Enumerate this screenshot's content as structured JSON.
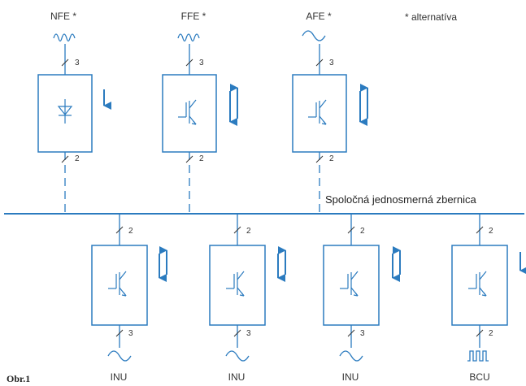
{
  "colors": {
    "line": "#2b7bbf",
    "text": "#333333"
  },
  "top_units": [
    {
      "label": "NFE *",
      "symbol": "rectifier-icon",
      "waveform": "distorted-wave-icon",
      "flow": "down",
      "upper_wires": "3",
      "lower_wires": "2"
    },
    {
      "label": "FFE *",
      "symbol": "igbt-icon",
      "waveform": "distorted-wave-icon",
      "flow": "bidirectional",
      "upper_wires": "3",
      "lower_wires": "2"
    },
    {
      "label": "AFE *",
      "symbol": "igbt-icon",
      "waveform": "sine-wave-icon",
      "flow": "bidirectional",
      "upper_wires": "3",
      "lower_wires": "2"
    }
  ],
  "note": "* alternatíva",
  "bus_label": "Spoločná jednosmerná zbernica",
  "bottom_units": [
    {
      "label": "INU",
      "symbol": "igbt-icon",
      "waveform": "sine-wave-icon",
      "flow": "bidirectional",
      "upper_wires": "2",
      "lower_wires": "3"
    },
    {
      "label": "INU",
      "symbol": "igbt-icon",
      "waveform": "sine-wave-icon",
      "flow": "bidirectional",
      "upper_wires": "2",
      "lower_wires": "3"
    },
    {
      "label": "INU",
      "symbol": "igbt-icon",
      "waveform": "sine-wave-icon",
      "flow": "bidirectional",
      "upper_wires": "2",
      "lower_wires": "3"
    },
    {
      "label": "BCU",
      "symbol": "igbt-icon",
      "waveform": "square-pulse-icon",
      "flow": "down",
      "upper_wires": "2",
      "lower_wires": "2"
    }
  ],
  "figure_caption": "Obr.1"
}
